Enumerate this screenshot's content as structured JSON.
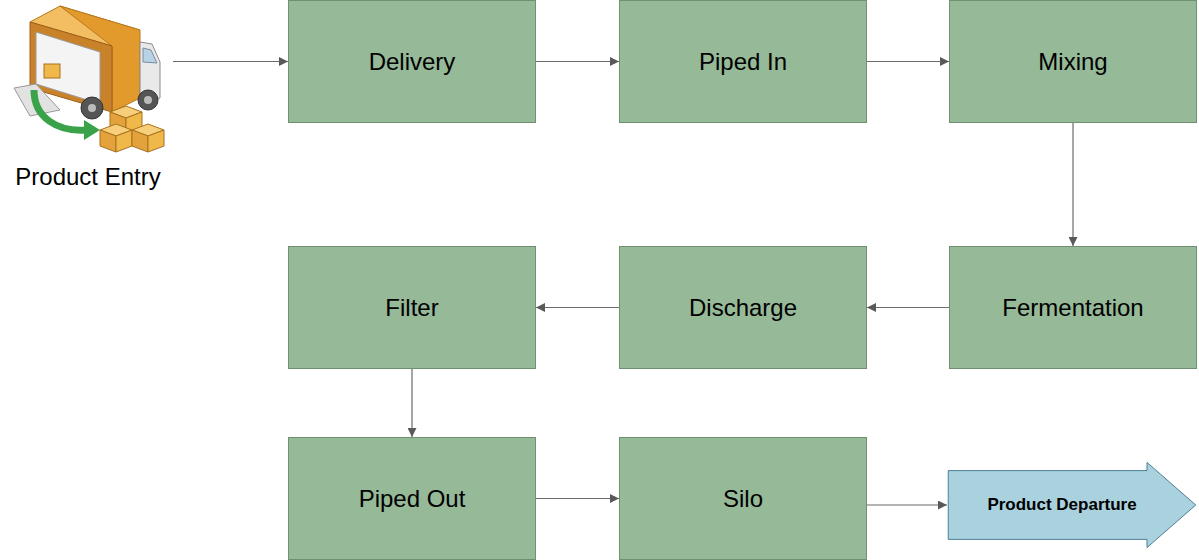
{
  "diagram": {
    "nodes": [
      {
        "text": [
          "Product Entry"
        ]
      },
      {
        "text": [
          "Delivery"
        ]
      },
      {
        "text": [
          "Piped In"
        ]
      },
      {
        "text": [
          "Mixing"
        ]
      },
      {
        "text": [
          "Fermentation"
        ]
      },
      {
        "text": [
          "Discharge"
        ]
      },
      {
        "text": [
          "Filter"
        ]
      },
      {
        "text": [
          "Piped Out"
        ]
      },
      {
        "text": [
          "Silo"
        ]
      },
      {
        "text": [
          "Product Departure"
        ]
      }
    ],
    "edges": [
      {
        "from": 0,
        "to": 1,
        "arrow": "to"
      },
      {
        "from": 1,
        "to": 2,
        "arrow": "to"
      },
      {
        "from": 2,
        "to": 3,
        "arrow": "to"
      },
      {
        "from": 3,
        "to": 4,
        "arrow": "to"
      },
      {
        "from": 4,
        "to": 5,
        "arrow": "to"
      },
      {
        "from": 5,
        "to": 6,
        "arrow": "to"
      },
      {
        "from": 6,
        "to": 7,
        "arrow": "to"
      },
      {
        "from": 7,
        "to": 8,
        "arrow": "to"
      },
      {
        "from": 8,
        "to": 9,
        "arrow": "to"
      }
    ]
  }
}
